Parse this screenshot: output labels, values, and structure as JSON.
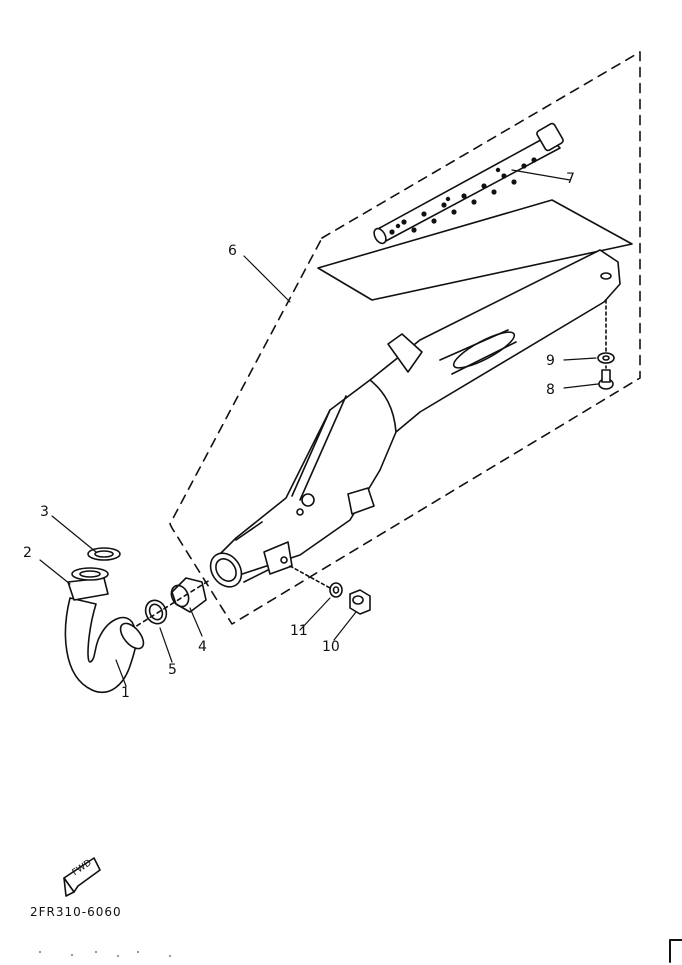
{
  "diagram": {
    "code": "2FR310-6060",
    "fwd_label": "FWD",
    "line_color": "#111111",
    "background": "#ffffff"
  },
  "callouts": {
    "c1": "1",
    "c2": "2",
    "c3": "3",
    "c4": "4",
    "c5": "5",
    "c6": "6",
    "c7": "7",
    "c8": "8",
    "c9": "9",
    "c10": "10",
    "c11": "11"
  },
  "parts": {
    "exhaust_pipe": {
      "icon": "exhaust-pipe-icon"
    },
    "gasket": {
      "icon": "gasket-icon"
    },
    "muffler": {
      "icon": "muffler-icon"
    },
    "spark_arrester_tube": {
      "icon": "perforated-tube-icon"
    }
  }
}
